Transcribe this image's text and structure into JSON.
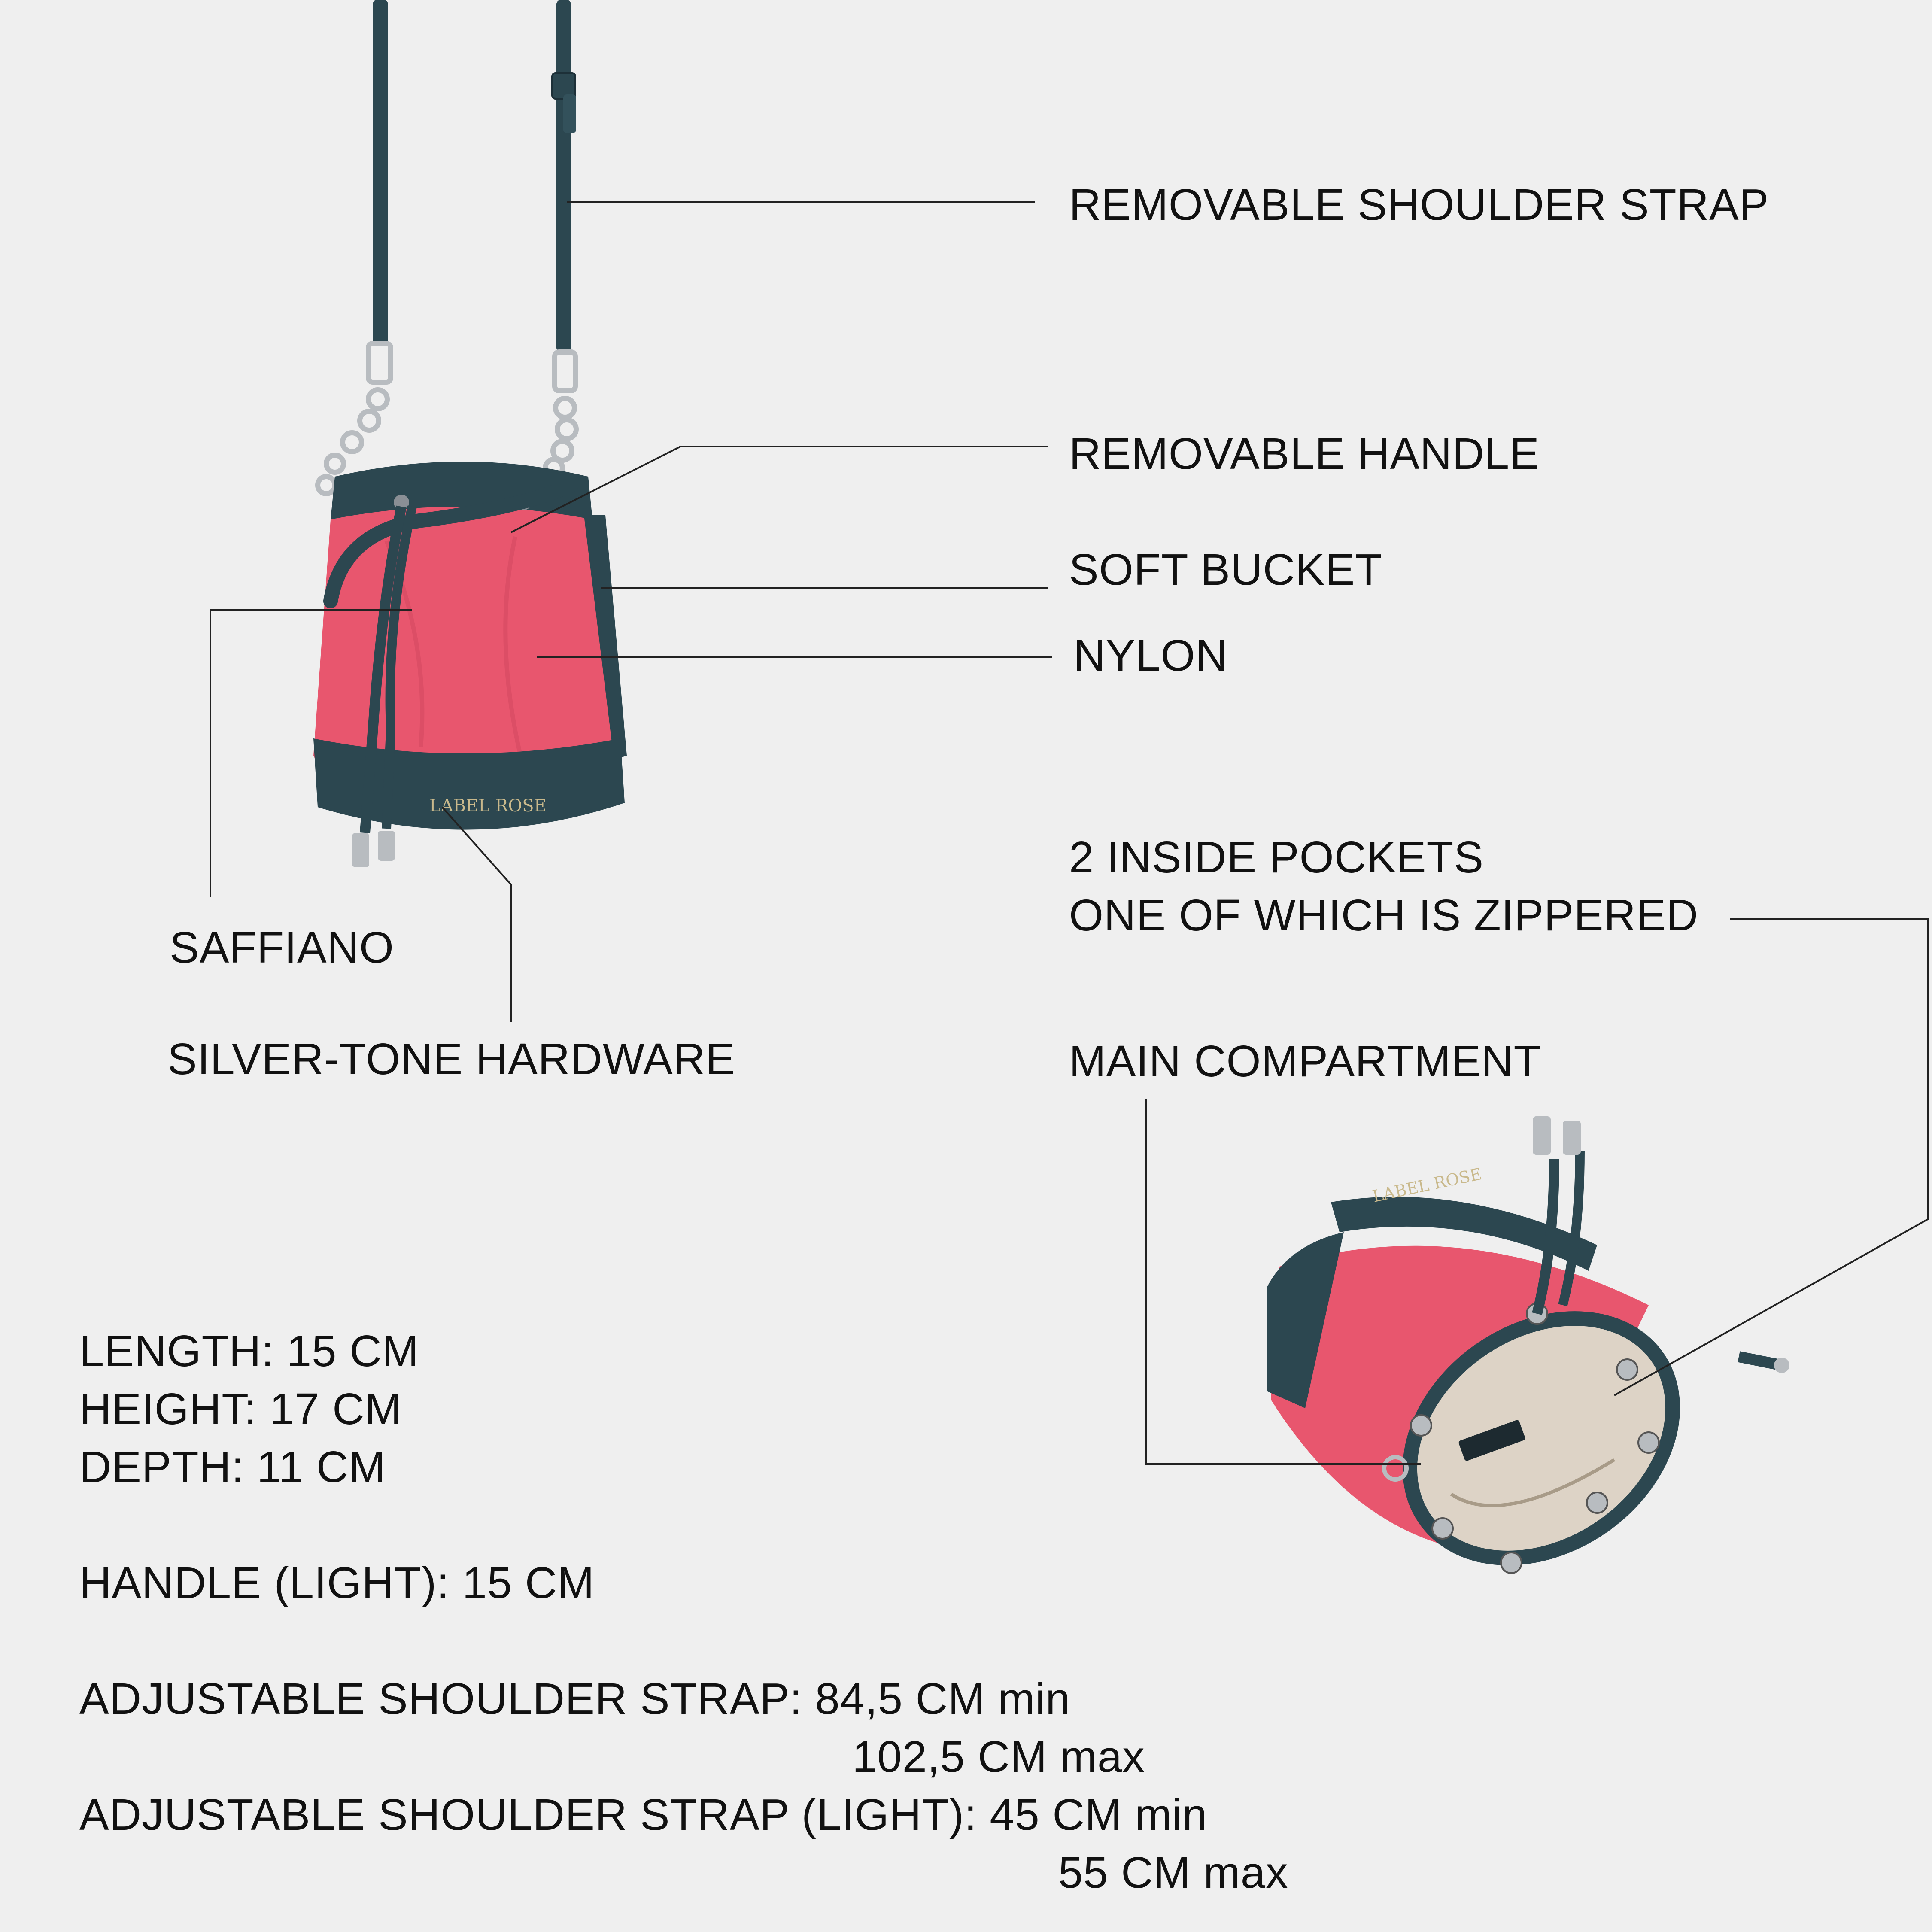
{
  "palette": {
    "background": "#efefef",
    "nylon_pink": "#e8566e",
    "saffiano_teal": "#2c4750",
    "hardware_silver": "#b8bcc0",
    "lining_beige": "#ddd3c6"
  },
  "callouts": {
    "shoulder_strap": "REMOVABLE SHOULDER STRAP",
    "handle": "REMOVABLE HANDLE",
    "soft_bucket": "SOFT BUCKET",
    "nylon": "NYLON",
    "saffiano": "SAFFIANO",
    "hardware": "SILVER-TONE HARDWARE",
    "pockets_line1": "2 INSIDE POCKETS",
    "pockets_line2": "ONE OF WHICH IS ZIPPERED",
    "main_compartment": "MAIN COMPARTMENT"
  },
  "product": {
    "brand_mark": "LABEL ROSE",
    "view_front": "bucket-bag-front-view",
    "view_top": "bucket-bag-open-view"
  },
  "dimensions": {
    "length": "LENGTH: 15 CM",
    "height": "HEIGHT: 17 CM",
    "depth": "DEPTH: 11 CM",
    "handle_light": "HANDLE (LIGHT): 15 CM",
    "strap_line1": "ADJUSTABLE SHOULDER STRAP: 84,5 CM min",
    "strap_line2": "102,5 CM max",
    "strap_light_line1": "ADJUSTABLE SHOULDER STRAP (LIGHT): 45 CM min",
    "strap_light_line2": "55 CM max"
  }
}
